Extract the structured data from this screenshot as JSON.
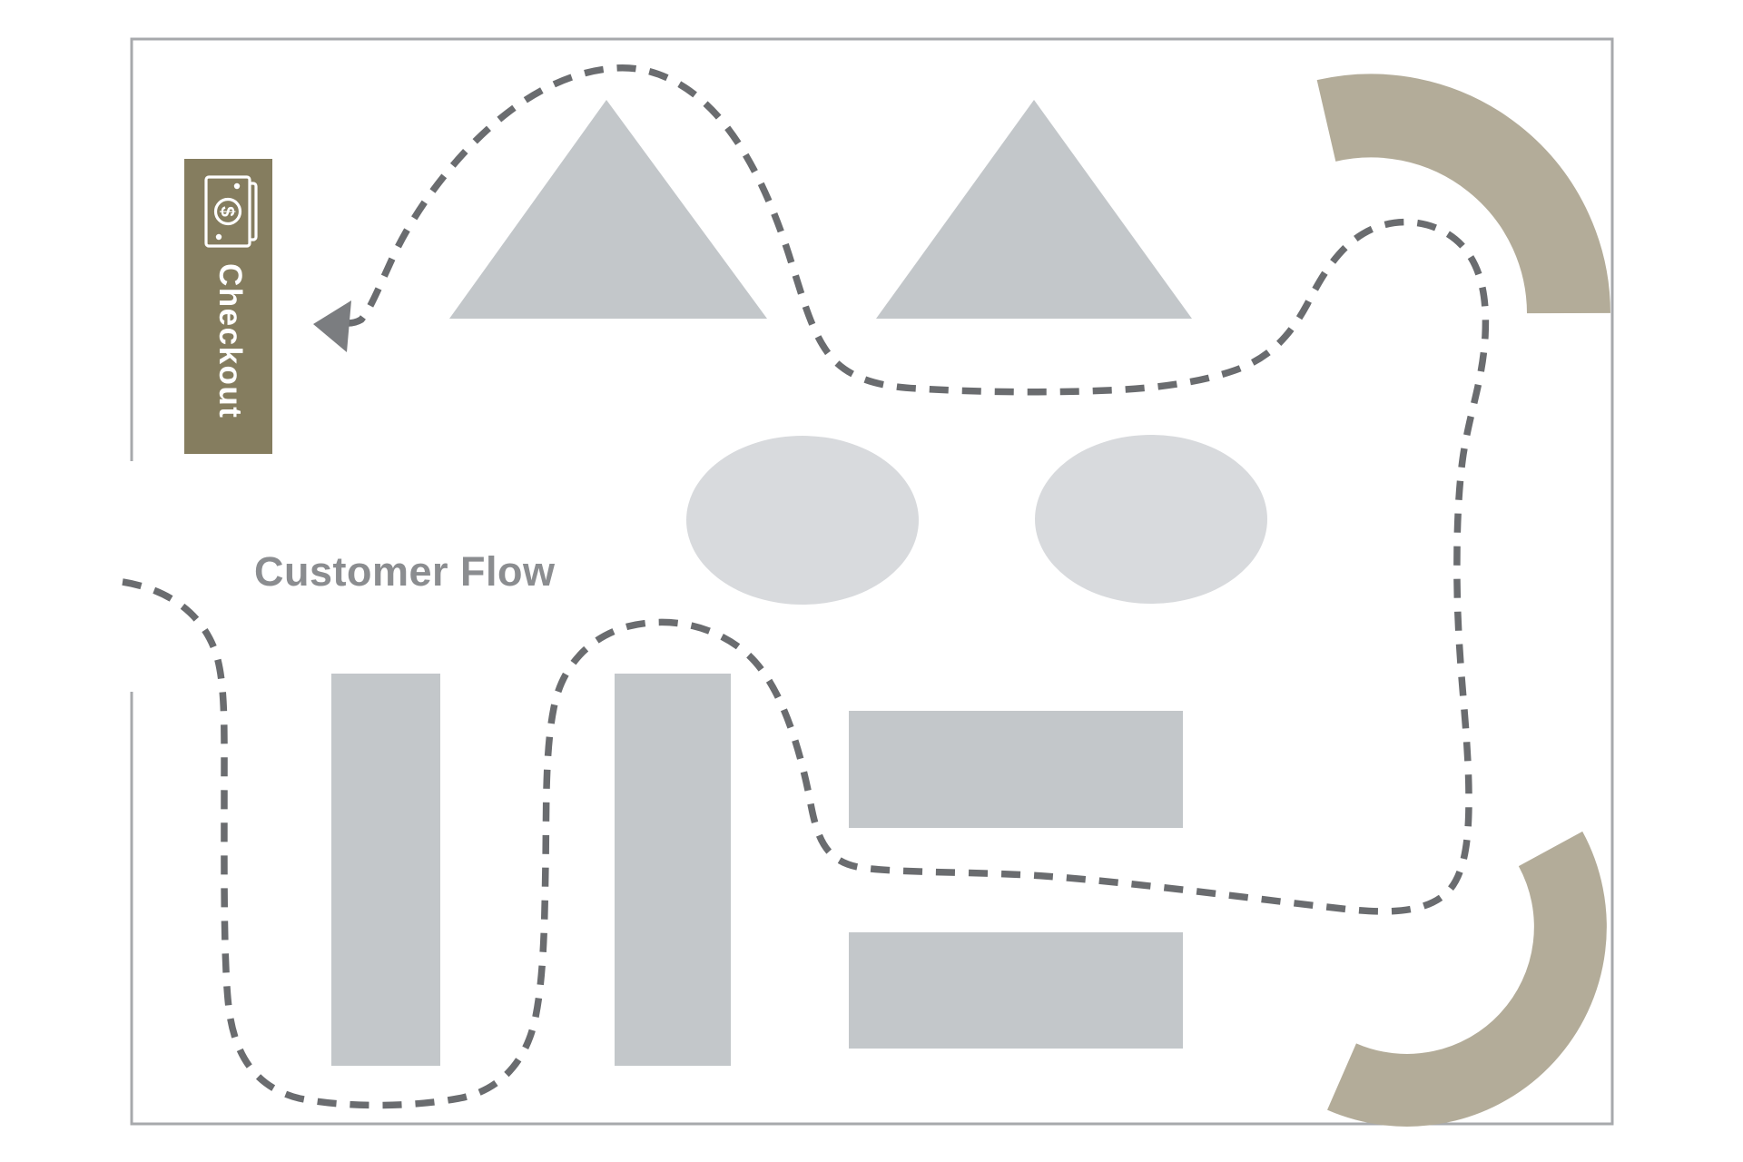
{
  "labels": {
    "checkout": "Checkout",
    "customer_flow": "Customer Flow",
    "currency_symbol": "$"
  },
  "colors": {
    "background": "#ffffff",
    "border": "#a7a9ac",
    "checkout_bg": "#857d5f",
    "fixture_gray": "#c3c7ca",
    "oval_gray": "#d8dadd",
    "corner_arc_tan": "#b3ac99",
    "path_dash": "#6a6c6f",
    "arrow": "#7b7d80",
    "flow_text": "#8b8d90",
    "checkout_text": "#ffffff"
  },
  "shapes": [
    "triangle-fixture-left",
    "triangle-fixture-right",
    "oval-fixture-left",
    "oval-fixture-right",
    "vertical-shelf-left",
    "vertical-shelf-right",
    "horizontal-shelf-top",
    "horizontal-shelf-bottom",
    "corner-arc-top-right",
    "corner-arc-bottom-right",
    "checkout-counter",
    "customer-flow-dashed-path",
    "flow-arrow",
    "entrance-gap-left-wall"
  ],
  "icons": {
    "money": "money-icon"
  }
}
